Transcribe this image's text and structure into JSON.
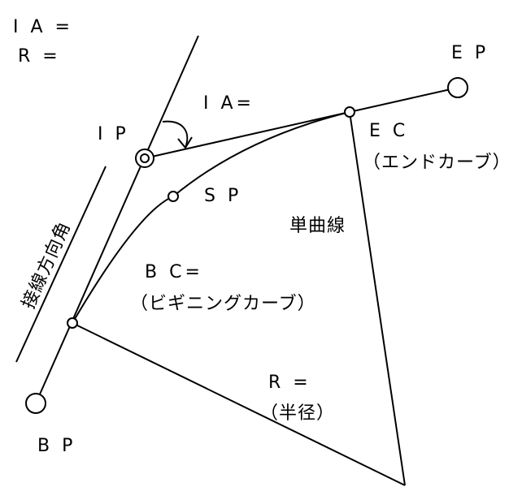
{
  "header": {
    "ia_line": "I A =",
    "r_line": "R ="
  },
  "labels": {
    "ep": "E P",
    "ip": "I P",
    "ia_angle": "I A=",
    "ec": "E C",
    "ec_sub": "（エンドカーブ）",
    "sp": "S P",
    "simple_curve": "単曲線",
    "tangent_direction": "接線方向角",
    "bc": "B C=",
    "bc_sub": "（ビギニングカーブ）",
    "r": "R =",
    "r_sub": "（半径）",
    "bp": "B P"
  }
}
